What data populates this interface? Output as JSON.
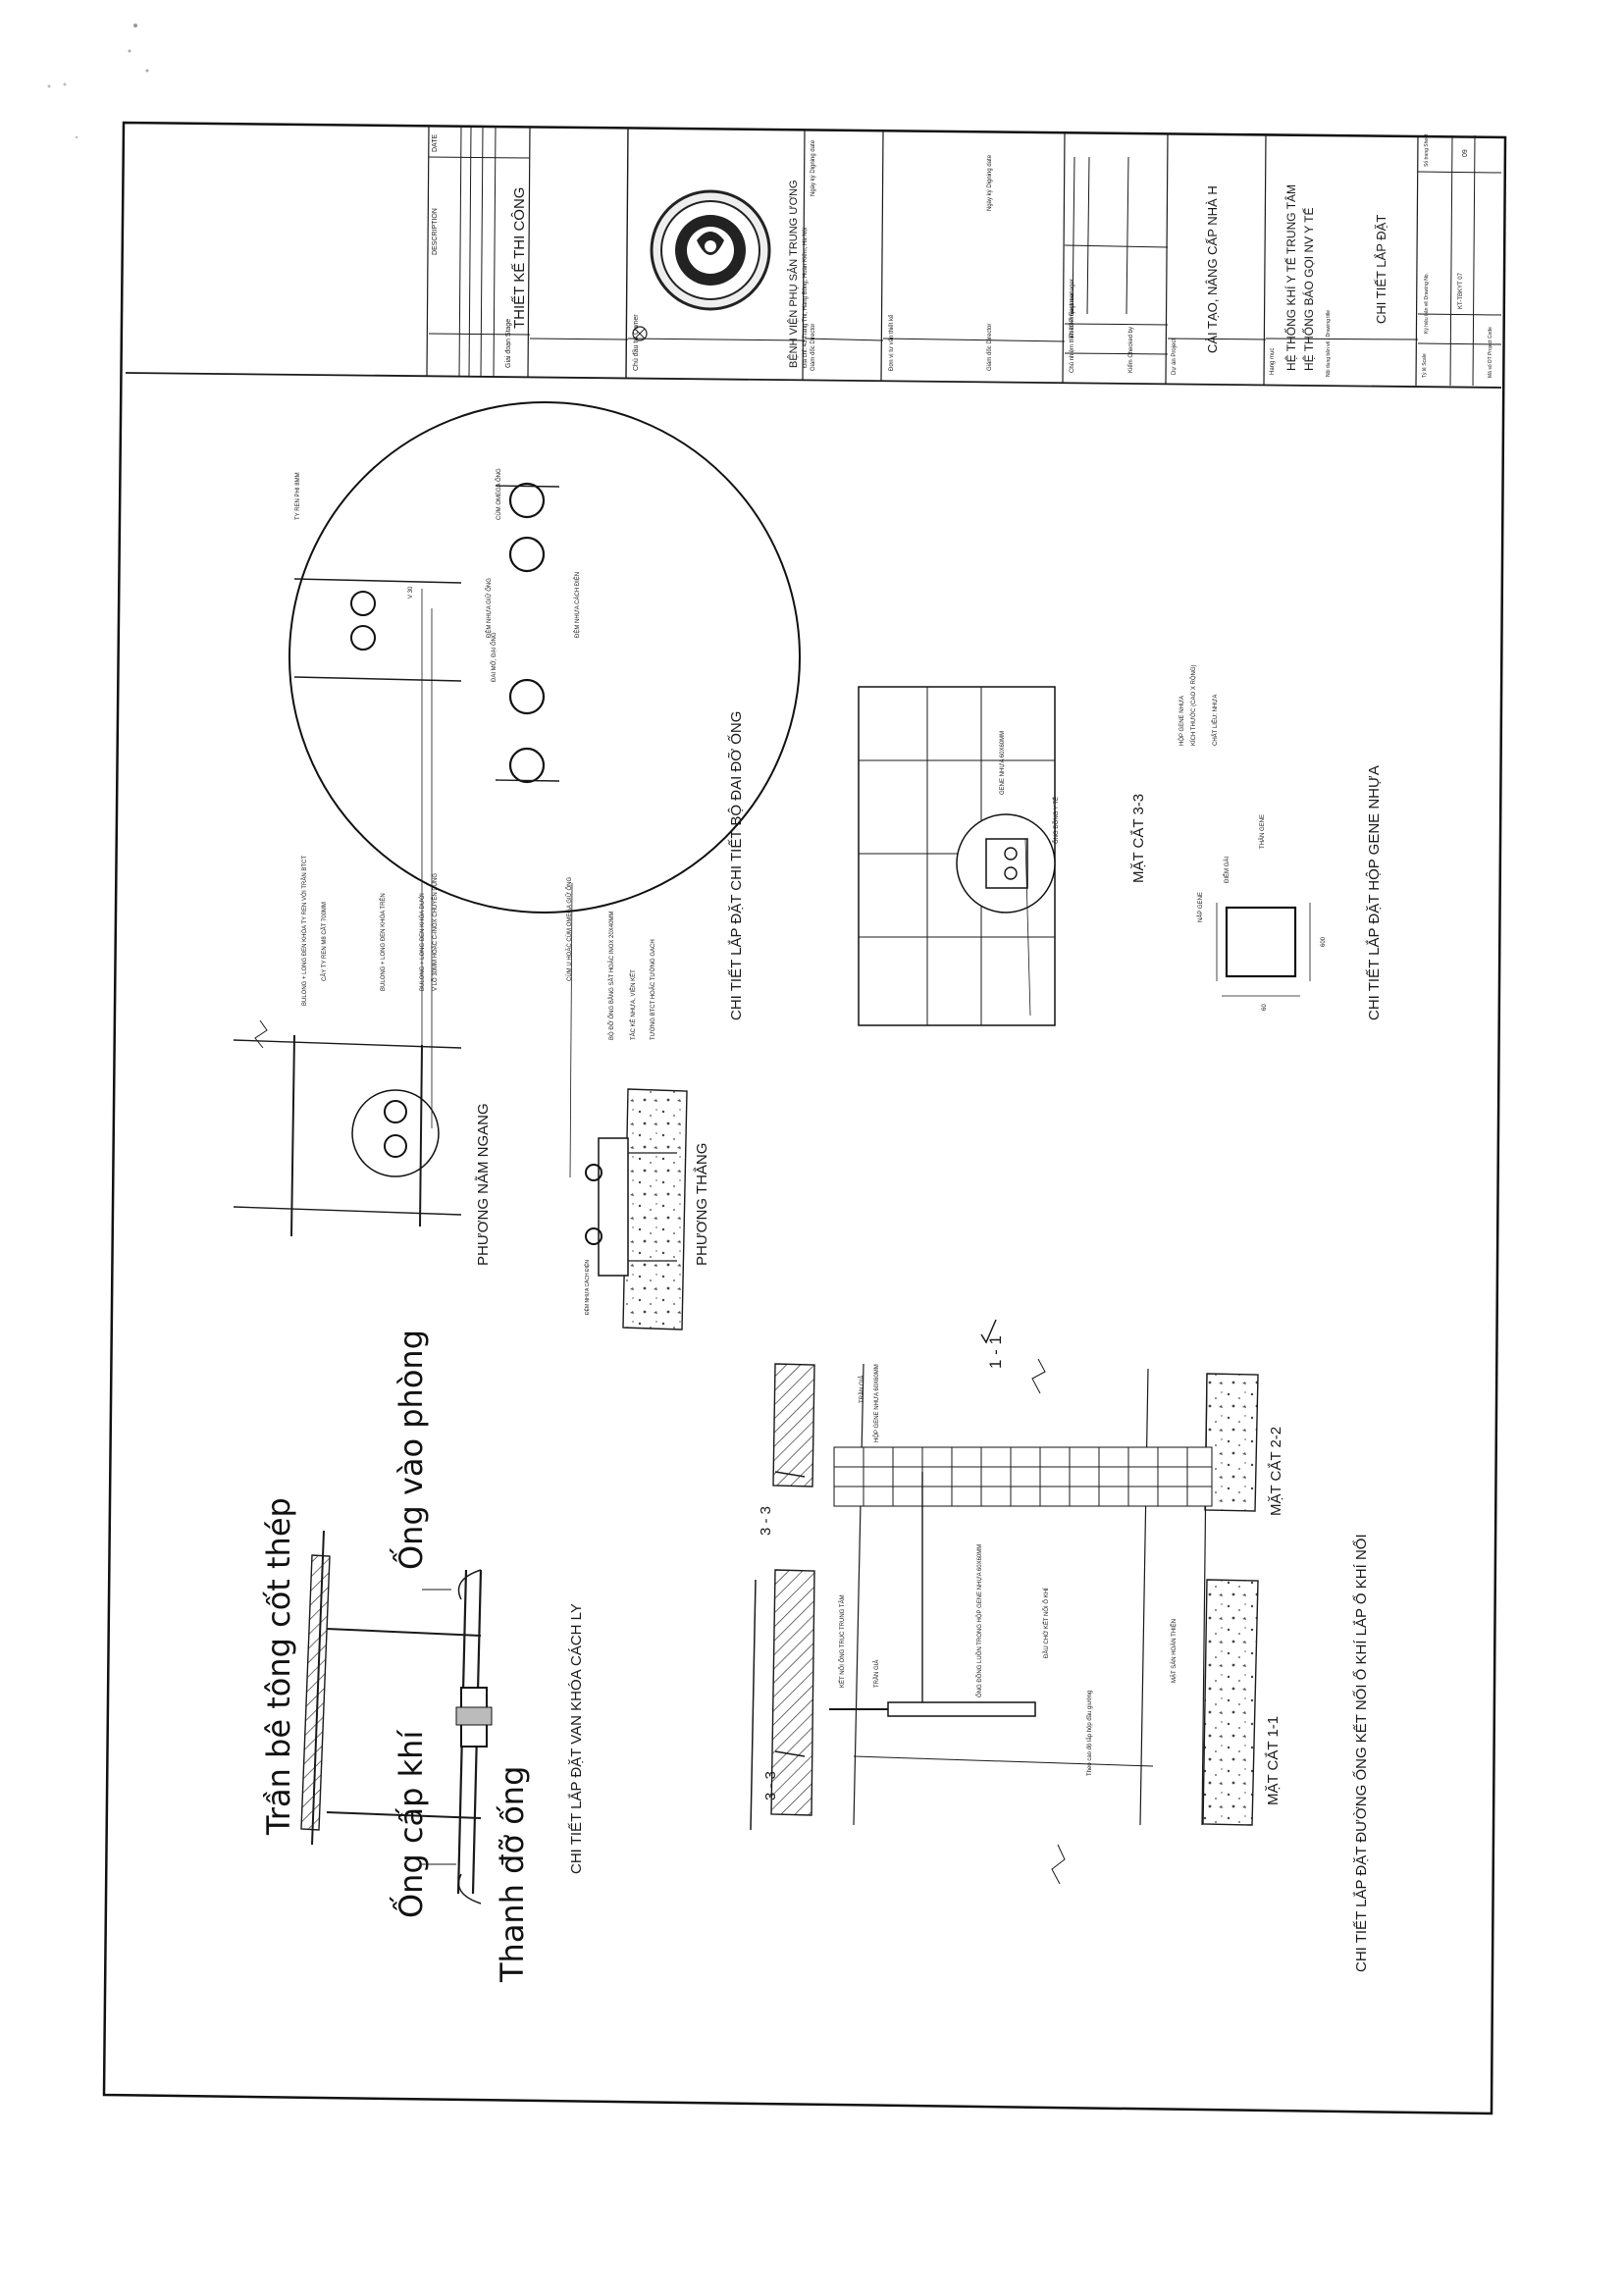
{
  "title_block": {
    "description_header": "DESCRIPTION",
    "date_header": "DATE",
    "stage_label": "Giai đoạn\nStage",
    "stage_value": "THIẾT KẾ THI CÔNG",
    "owner_label": "Chủ đầu tư\nOwner",
    "owner_value": "BỆNH VIỆN PHỤ SẢN TRUNG ƯƠNG",
    "owner_address": "Địa chỉ: 43 Tràng Thi, Hàng Bông, Hoàn Kiếm, Hà Nội",
    "sign_label": "Ngày ký\nDigning date",
    "director_label": "Giám đốc\nDirector",
    "contractor_label": "Đơn vị tư vấn thiết kế",
    "director2_label": "Giám đốc\nDirector",
    "sign2_label": "Ngày ký\nDigning date",
    "project_manager_label": "Chủ nhiệm thiết kế\nProject manager",
    "engineer_label": "Thiết kế\nEngineer",
    "checker_label": "Kiểm\nChecked by",
    "project_label": "Dự án\nProject",
    "project_value": "CẢI TẠO, NÂNG CẤP NHÀ H",
    "item_label": "Hạng mục",
    "item_value_1": "HỆ THỐNG KHÍ Y TẾ TRUNG TÂM",
    "item_value_2": "HỆ THỐNG BÁO GỌI NV Y TẾ",
    "drawing_name_label": "Nội dung bản vẽ / Drawing title",
    "drawing_name_value": "CHI TIẾT LẮP ĐẶT",
    "scale_label": "Tỷ lệ\nScale",
    "drawing_no_label": "Ký hiệu bản vẽ\nDrawing No.",
    "drawing_no_value": "KT-TBKYT 07",
    "sheet_label": "Số trang\nSheet",
    "sheet_value": "09",
    "project_code_label": "Mã số DT\nProject Code",
    "seal_text": "BỆNH VIỆN PHỤ SẢN TRUNG ƯƠNG"
  },
  "valve_detail": {
    "label_ceiling": "Trần bê tông cốt thép",
    "label_room_pipe": "Ống vào phòng",
    "label_supply_pipe": "Ống cấp khí",
    "label_support": "Thanh đỡ ống",
    "caption": "CHI TIẾT LẮP ĐẶT VAN KHÓA CÁCH LY"
  },
  "outlet_detail": {
    "section_1_1": "MẶT CẮT 1-1",
    "section_2_2": "MẶT CẮT 2-2",
    "marker_1_1": "1 - 1",
    "marker_3_3_a": "3 - 3",
    "marker_3_3_b": "3 - 3",
    "caption": "CHI TIẾT LẮP ĐẶT ĐƯỜNG ỐNG KẾT NỐI Ổ KHÍ LẮP Ổ KHÍ NỔI",
    "note_1": "KẾT NỐI ỐNG TRỤC TRUNG TÂM",
    "note_2": "TRẦN GIẢ",
    "note_3": "ỐNG ĐỒNG LUỒN TRONG HỘP GENE NHỰA 60X60MM",
    "note_4": "ĐẦU CHỜ KẾT NỐI Ổ KHÍ",
    "note_5": "MẶT SÀN HOÀN THIỆN",
    "note_6": "Theo cao độ lắp hộp đầu giường",
    "note_7": "TRẦN GIẢ",
    "note_8": "HỘP GENE NHỰA 60X60MM"
  },
  "bracket_detail": {
    "label_horizontal": "PHƯƠNG NẰM NGANG",
    "label_vertical": "PHƯƠNG THẲNG",
    "caption": "CHI TIẾT LẮP ĐẶT CHI TIẾT BỘ ĐAI ĐỠ ỐNG",
    "note_h1": "BULONG + LONG ĐEN KHÓA TY REN VỚI TRẦN BTCT",
    "note_h2": "CÂY TY REN M8 CẮT 700MM",
    "note_h3": "BULONG + LONG ĐEN KHÓA TRÊN",
    "note_h4": "BULONG + LONG ĐEN KHÓA DƯỚI",
    "note_h5": "V LỖ 30MM HOẶC C-INOX CHUYÊN DỤNG",
    "note_v1": "CÙM U HOẶC CÙM OMEGA GIỮ ỐNG",
    "note_v2": "BỘ ĐỠ ỐNG BẰNG SẮT HOẶC INOX 20X40MM",
    "note_v3": "TẮC KÊ NHỰA, VIỀN KẾT",
    "note_v4": "TƯỜNG BTCT HOẶC TƯỜNG GẠCH",
    "note_v5": "ĐỆM NHỰA CÁCH ĐIỆN",
    "zoom_1": "TY REN PHI 8MM",
    "zoom_2": "CÙM OMEGA ỐNG",
    "zoom_3": "ĐAI MỞ, ĐẠI ỐNG",
    "zoom_4": "ĐỆM NHỰA CÁCH ĐIỆN",
    "zoom_5": "ĐỆM NHỰA GIỮ ỐNG",
    "zoom_6": "V 30"
  },
  "gene_detail": {
    "section_3_3": "MẶT CẮT 3-3",
    "caption": "CHI TIẾT LẮP ĐẶT HỘP GENE NHỰA",
    "note_1": "GENE NHỰA 60X60MM",
    "note_2": "ỐNG ĐỒNG Y TẾ",
    "note_3": "HỘP GENE NHỰA",
    "note_4": "KÍCH THƯỚC (CAO X RỘNG)",
    "note_5": "CHẤT LIỆU: NHỰA",
    "note_6": "NẮP GENE",
    "note_7": "ĐIỂM GÀI",
    "note_8": "THÂN GENE",
    "dim_1": "600",
    "dim_2": "60"
  }
}
